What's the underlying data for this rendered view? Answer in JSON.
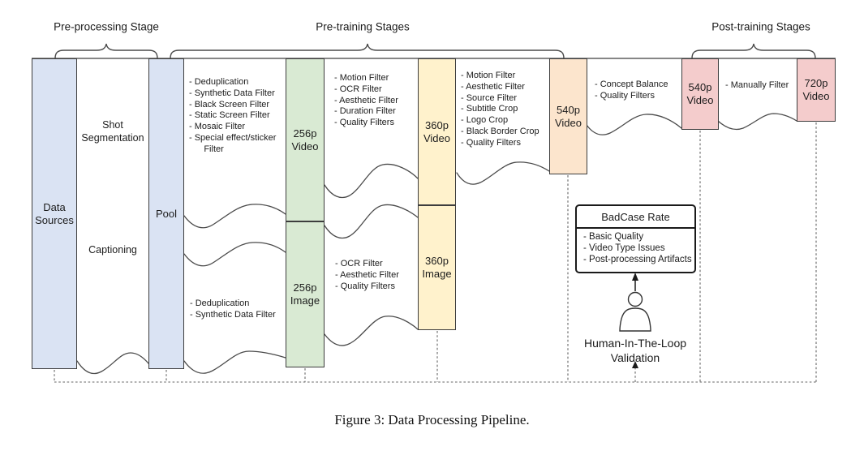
{
  "figure": {
    "caption": "Figure 3: Data Processing Pipeline."
  },
  "stages": {
    "preprocessing": "Pre-processing Stage",
    "pretraining": "Pre-training Stages",
    "posttraining": "Post-training Stages"
  },
  "boxes": {
    "data_sources": {
      "label": "Data\nSources",
      "color": "#dae3f3"
    },
    "pool": {
      "label": "Pool",
      "color": "#dae3f3"
    },
    "video_256p": {
      "label": "256p\nVideo",
      "color": "#d9ead3"
    },
    "image_256p": {
      "label": "256p\nImage",
      "color": "#d9ead3"
    },
    "video_360p": {
      "label": "360p\nVideo",
      "color": "#fff2cc"
    },
    "image_360p": {
      "label": "360p\nImage",
      "color": "#fff2cc"
    },
    "video_540p_pretrain": {
      "label": "540p\nVideo",
      "color": "#fce5cd"
    },
    "video_540p_posttrain": {
      "label": "540p\nVideo",
      "color": "#f4cccc"
    },
    "video_720p": {
      "label": "720p\nVideo",
      "color": "#f4cccc"
    }
  },
  "process_labels": {
    "shot_segmentation": "Shot\nSegmentation",
    "captioning": "Captioning"
  },
  "filter_lists": {
    "pool_to_256p_video": [
      "- Deduplication",
      "- Synthetic Data Filter",
      "- Black Screen Filter",
      "- Static Screen Filter",
      "- Mosaic Filter",
      "- Special effect/sticker",
      "      Filter"
    ],
    "pool_to_256p_image": [
      "- Deduplication",
      "- Synthetic Data Filter"
    ],
    "v256_to_360p_video": [
      "- Motion Filter",
      "- OCR Filter",
      "- Aesthetic Filter",
      "- Duration Filter",
      "- Quality Filters"
    ],
    "v256_to_360p_image": [
      "- OCR Filter",
      "- Aesthetic Filter",
      "- Quality Filters"
    ],
    "v360_to_540p_video": [
      "- Motion Filter",
      "- Aesthetic Filter",
      "- Source Filter",
      "- Subtitle Crop",
      "- Logo Crop",
      "- Black Border Crop",
      "- Quality Filters"
    ],
    "v540_to_540p": [
      "- Concept Balance",
      "- Quality Filters"
    ],
    "v540_to_720p": [
      "- Manually Filter"
    ]
  },
  "badcase": {
    "title": "BadCase Rate",
    "items": [
      "- Basic Quality",
      "- Video Type Issues",
      "- Post-processing Artifacts"
    ]
  },
  "human": {
    "label": "Human-In-The-Loop\nValidation"
  },
  "colors": {
    "box_border": "#3d3d3d",
    "line": "#4a4a4a",
    "dashed_line": "#646464",
    "text": "#1c1c1c"
  }
}
